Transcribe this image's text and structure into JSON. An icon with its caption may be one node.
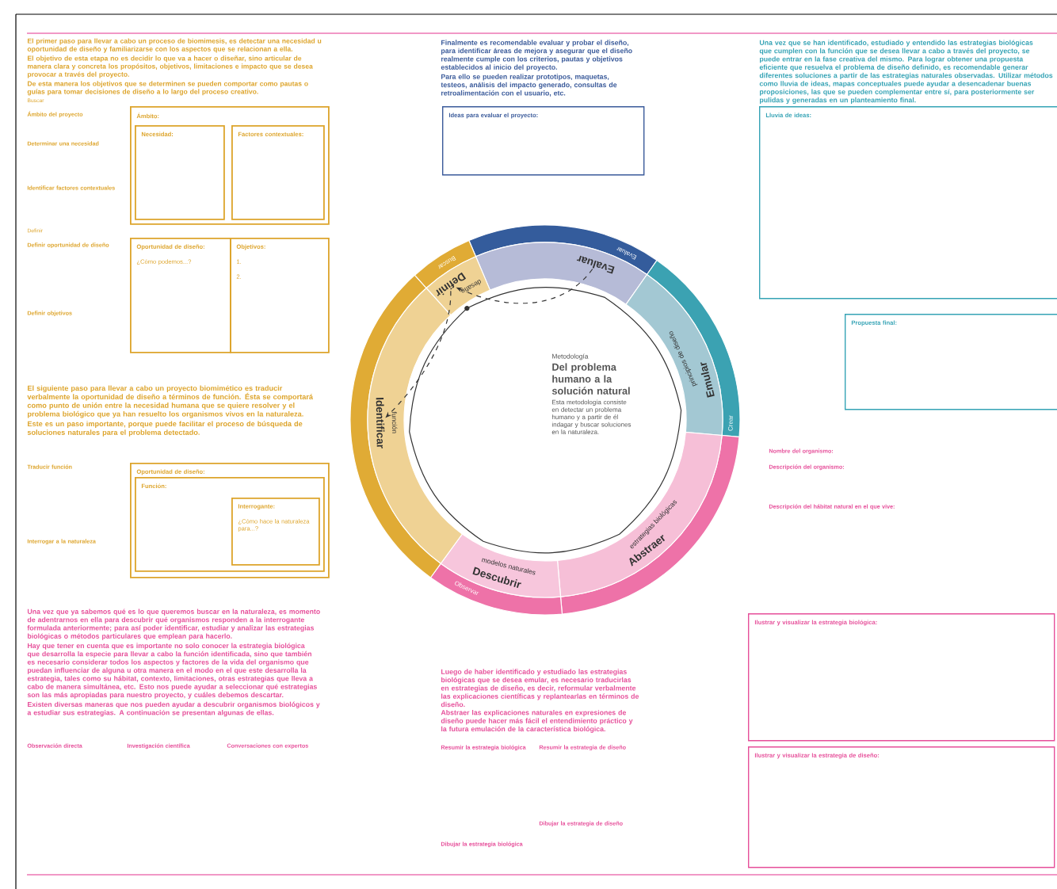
{
  "diagram": {
    "nodes": [
      {
        "text": [
          "Ámbito:"
        ]
      },
      {
        "text": [
          "Necesidad:"
        ],
        "in": 0
      },
      {
        "text": [
          "Factores contextuales:"
        ],
        "in": 0
      },
      {
        "text": [
          "Oportunidad de diseño:",
          "¿Cómo podemos...?"
        ]
      },
      {
        "text": [
          "Objetivos:",
          "1.",
          "2."
        ]
      },
      {
        "text": [
          "Oportunidad de diseño:"
        ]
      },
      {
        "text": [
          "Función:"
        ],
        "in": 5
      },
      {
        "text": [
          "Interrogante:",
          "¿Cómo hace la naturaleza para...?"
        ],
        "in": 6
      },
      {
        "text": [
          "Ideas para evaluar el proyecto:"
        ]
      },
      {
        "text": [
          "Lluvia de ideas:"
        ]
      },
      {
        "text": [
          "Propuesta final:"
        ]
      },
      {
        "text": [
          "Ilustrar y visualizar la estrategia biológica:"
        ]
      },
      {
        "text": [
          "Ilustrar y visualizar la estrategia de diseño:"
        ]
      },
      {
        "text": [
          "Evaluar",
          "Evaluar"
        ]
      },
      {
        "text": [
          "Emular",
          "principios de diseño",
          "Crear"
        ]
      },
      {
        "text": [
          "Abstraer",
          "estrategias biológicas"
        ]
      },
      {
        "text": [
          "Descubrir",
          "modelos naturales",
          "Observar"
        ]
      },
      {
        "text": [
          "Identificar",
          "función"
        ]
      },
      {
        "text": [
          "Definir",
          "desafío",
          "Buscar"
        ]
      }
    ],
    "edges": [
      {
        "from": 13,
        "to": 18,
        "arrow": "to",
        "style": "dashed"
      },
      {
        "from": 18,
        "to": 17,
        "arrow": "to",
        "style": "dashed"
      }
    ],
    "labels": [
      "El primer paso para llevar a cabo un proceso de biomimesis, es detectar una necesidad u oportunidad de diseño y familiarizarse con los aspectos que se relacionan a ella.",
      "El objetivo de esta etapa no es decidir lo que va a hacer o diseñar, sino articular de manera clara y concreta los propósitos, objetivos, limitaciones e impacto que se desea provocar a través del proyecto.",
      "De esta manera los objetivos que se determinen se pueden comportar como pautas o guías para tomar decisiones de diseño a lo largo del proceso creativo.",
      "Buscar",
      "Ámbito del proyecto",
      "Determinar una necesidad",
      "Identificar factores contextuales",
      "Definir",
      "Definir oportunidad de diseño",
      "Definir objetivos",
      "El siguiente paso para llevar a cabo un proyecto biomimético es traducir verbalmente la oportunidad de diseño a términos de función. Ésta se comportará como punto de unión entre la necesidad humana que se quiere resolver y el problema biológico que ya han resuelto los organismos vivos en la naturaleza.",
      "Este es un paso importante, porque puede facilitar el proceso de búsqueda de soluciones naturales para el problema detectado.",
      "Traducir función",
      "Interrogar a la naturaleza",
      "Finalmente es recomendable evaluar y probar el diseño, para identificar áreas de mejora y asegurar que el diseño realmente cumple con los criterios, pautas y objetivos establecidos al inicio del proyecto.",
      "Para ello se pueden realizar prototipos, maquetas, testeos, análisis del impacto generado, consultas de retroalimentación con el usuario, etc.",
      "Una vez que se han identificado, estudiado y entendido las estrategias biológicas que cumplen con la función que se desea llevar a cabo a través del proyecto, se puede entrar en la fase creativa del mismo. Para lograr obtener una propuesta eficiente que resuelva el problema de diseño definido, es recomendable generar diferentes soluciones a partir de las estrategias naturales observadas. Utilizar métodos como lluvia de ideas, mapas conceptuales puede ayudar a desencadenar buenas proposiciones, las que se pueden complementar entre sí, para posteriormente ser pulidas y generadas en un planteamiento final.",
      "Metodología",
      "Del problema humano a la solución natural",
      "Esta metodología consiste en detectar un problema humano y a partir de él indagar y buscar soluciones en la naturaleza.",
      "Nombre del organismo:",
      "Descripción del organismo:",
      "Descripción del hábitat natural en el que vive:",
      "Una vez que ya sabemos qué es lo que queremos buscar en la naturaleza, es momento de adentrarnos en ella para descubrir qué organismos responden a la interrogante formulada anteriormente; para así poder identificar, estudiar y analizar las estrategias biológicas o métodos particulares que emplean para hacerlo.",
      "Hay que tener en cuenta que es importante no solo conocer la estrategia biológica que desarrolla la especie para llevar a cabo la función identificada, sino que también es necesario considerar todos los aspectos y factores de la vida del organismo que puedan influenciar de alguna u otra manera en el modo en el que este desarrolla la estrategia, tales como su hábitat, contexto, limitaciones, otras estrategias que lleva a cabo de manera simultánea, etc. Esto nos puede ayudar a seleccionar qué estrategias son las más apropiadas para nuestro proyecto, y cuáles debemos descartar.",
      "Existen diversas maneras que nos pueden ayudar a descubrir organismos biológicos y a estudiar sus estrategias. A continuación se presentan algunas de ellas.",
      "Observación directa",
      "Investigación científica",
      "Conversaciones con expertos",
      "Luego de haber identificado y estudiado las estrategias biológicas que se desea emular, es necesario traducirlas en estrategias de diseño, es decir, reformular verbalmente las explicaciones científicas y replantearlas en términos de diseño.",
      "Abstraer las explicaciones naturales en expresiones de diseño puede hacer más fácil el entendimiento práctico y la futura emulación de la característica biológica.",
      "Resumir la estrategia biológica",
      "Dibujar la estrategia biológica",
      "Resumir la estrategia de diseño",
      "Dibujar la estrategia de diseño"
    ]
  }
}
